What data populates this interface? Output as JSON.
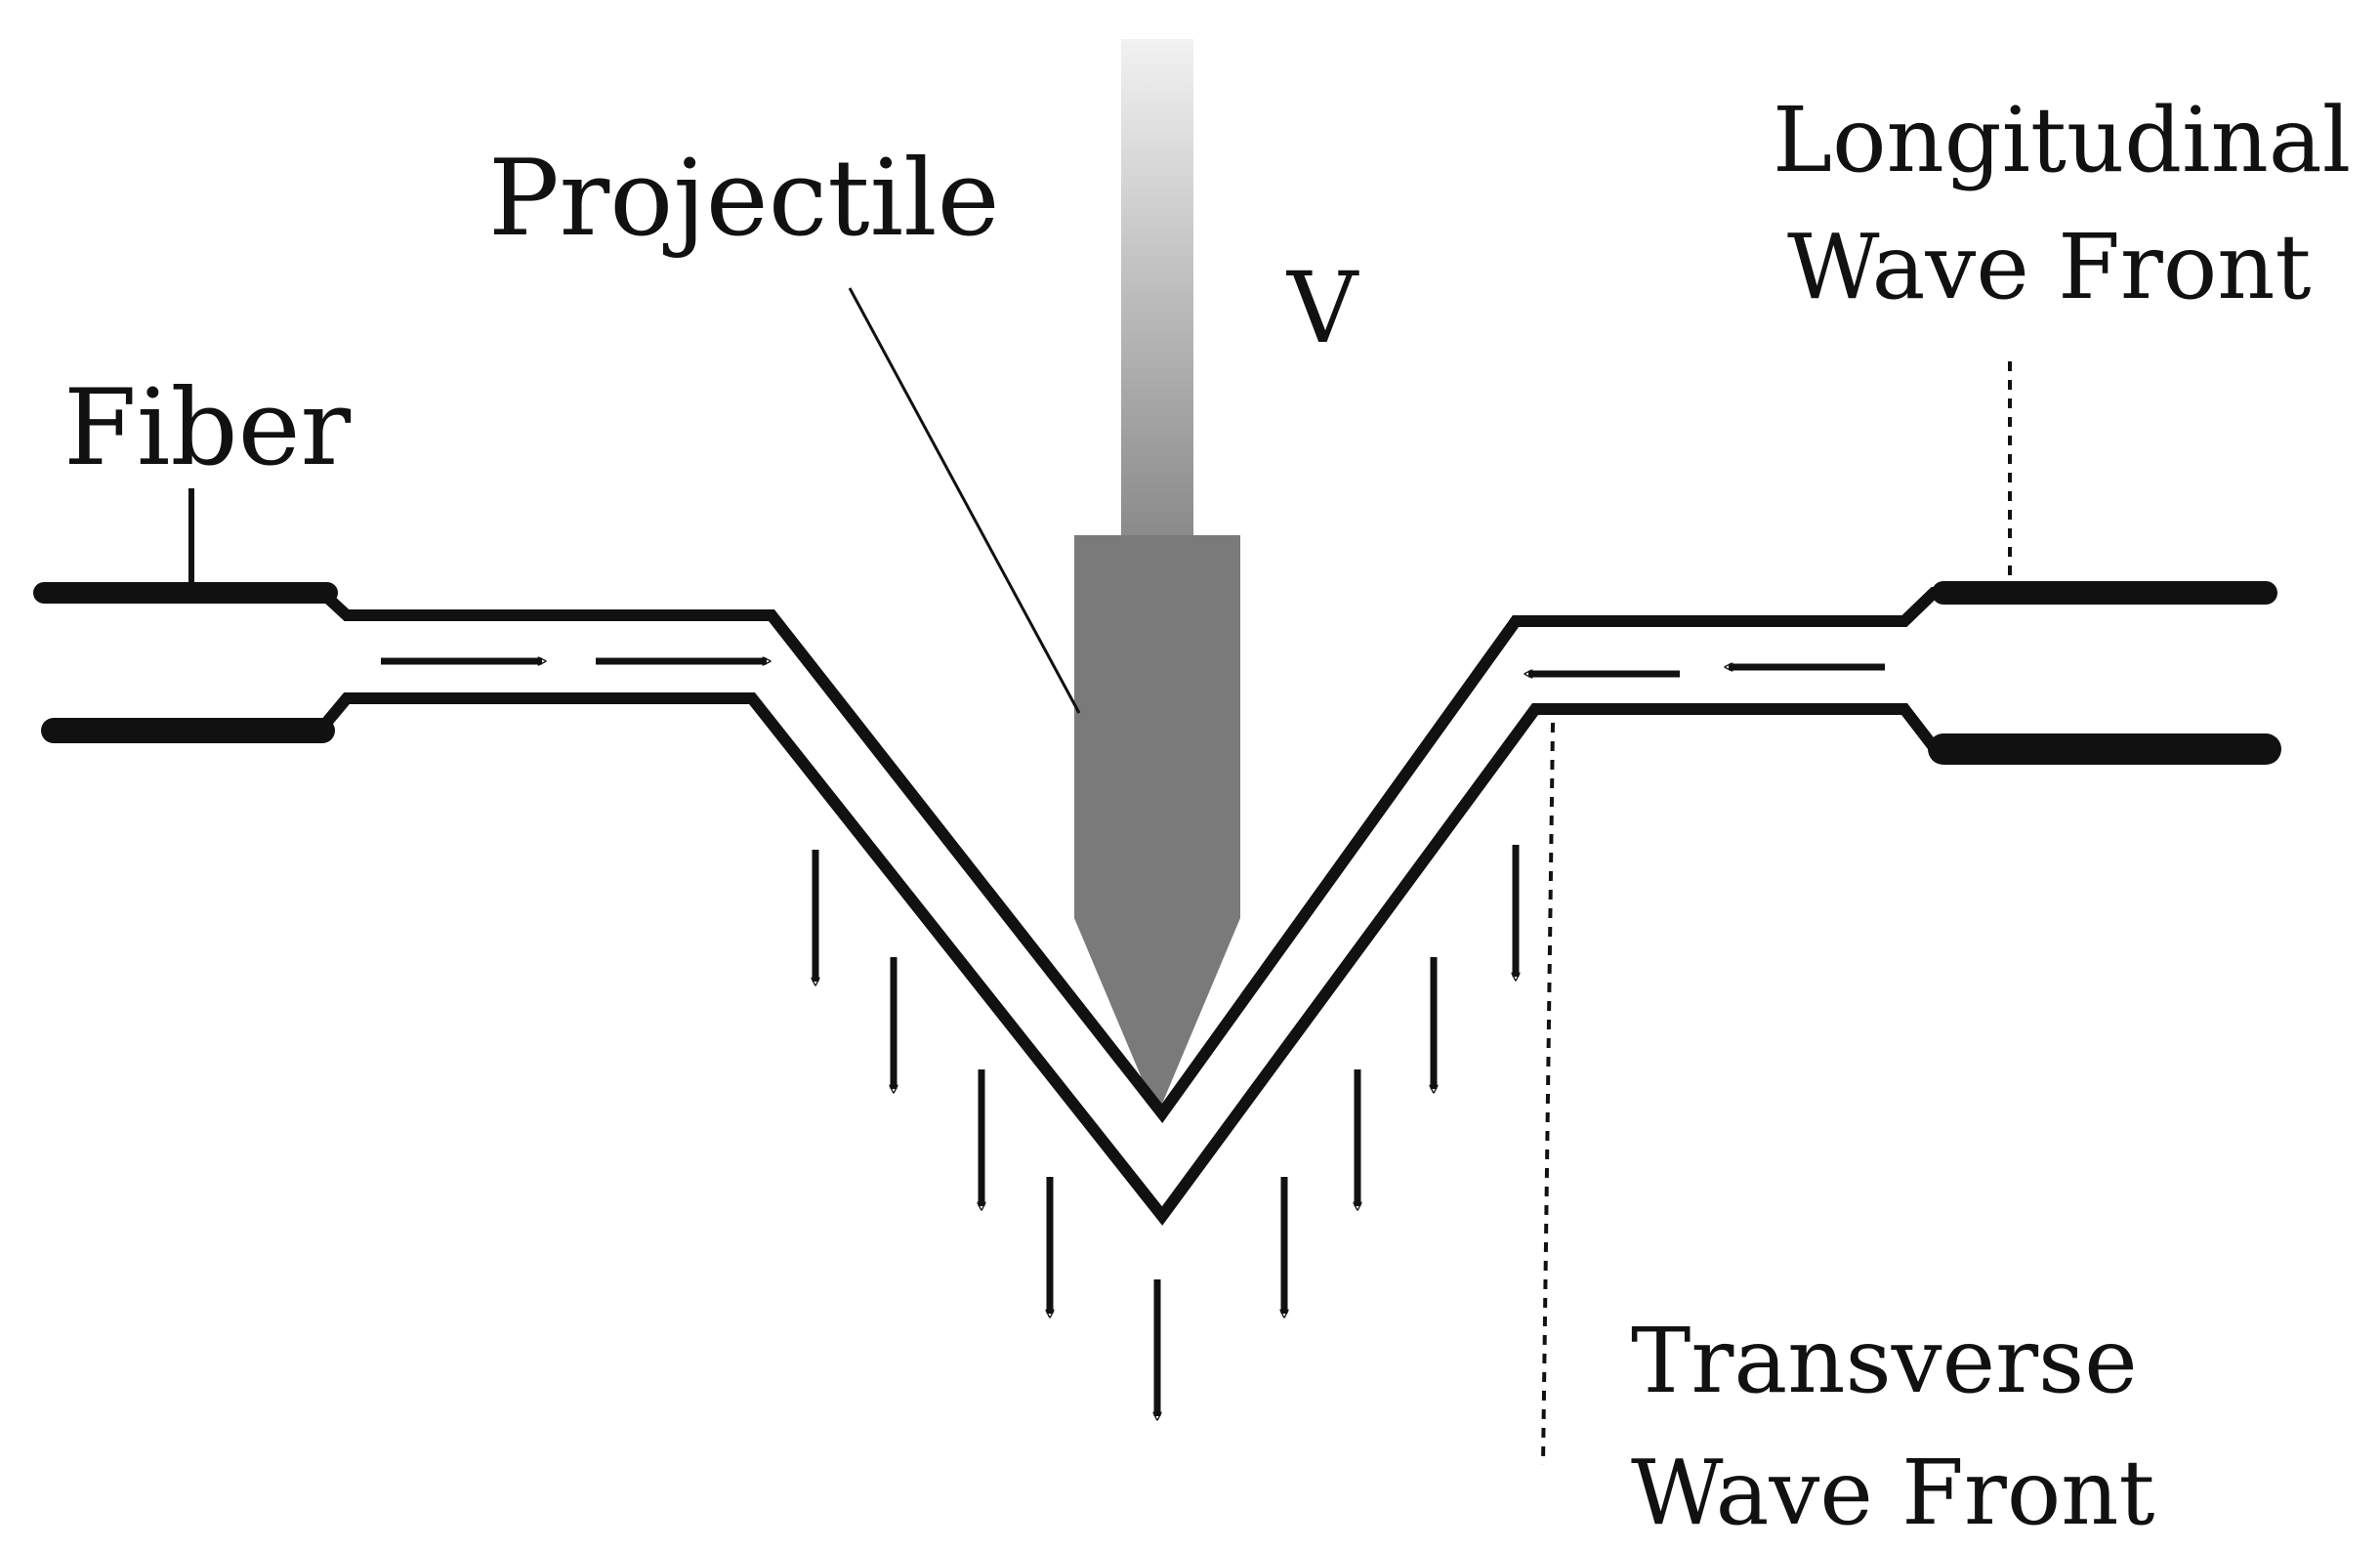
{
  "labels": {
    "projectile": "Projectile",
    "velocity": "V",
    "fiber": "Fiber",
    "longitudinal_line1": "Longitudinal",
    "longitudinal_line2": "Wave Front",
    "transverse_line1": "Transverse",
    "transverse_line2": "Wave Front"
  },
  "colors": {
    "ink": "#111111",
    "projectile_body": "#7a7a7a",
    "rod_top": "#f2f2f2",
    "rod_bottom": "#8a8a8a"
  },
  "icons": {
    "longitudinal_arrow": "arrow-along-fiber-icon",
    "transverse_arrow": "arrow-down-icon"
  }
}
